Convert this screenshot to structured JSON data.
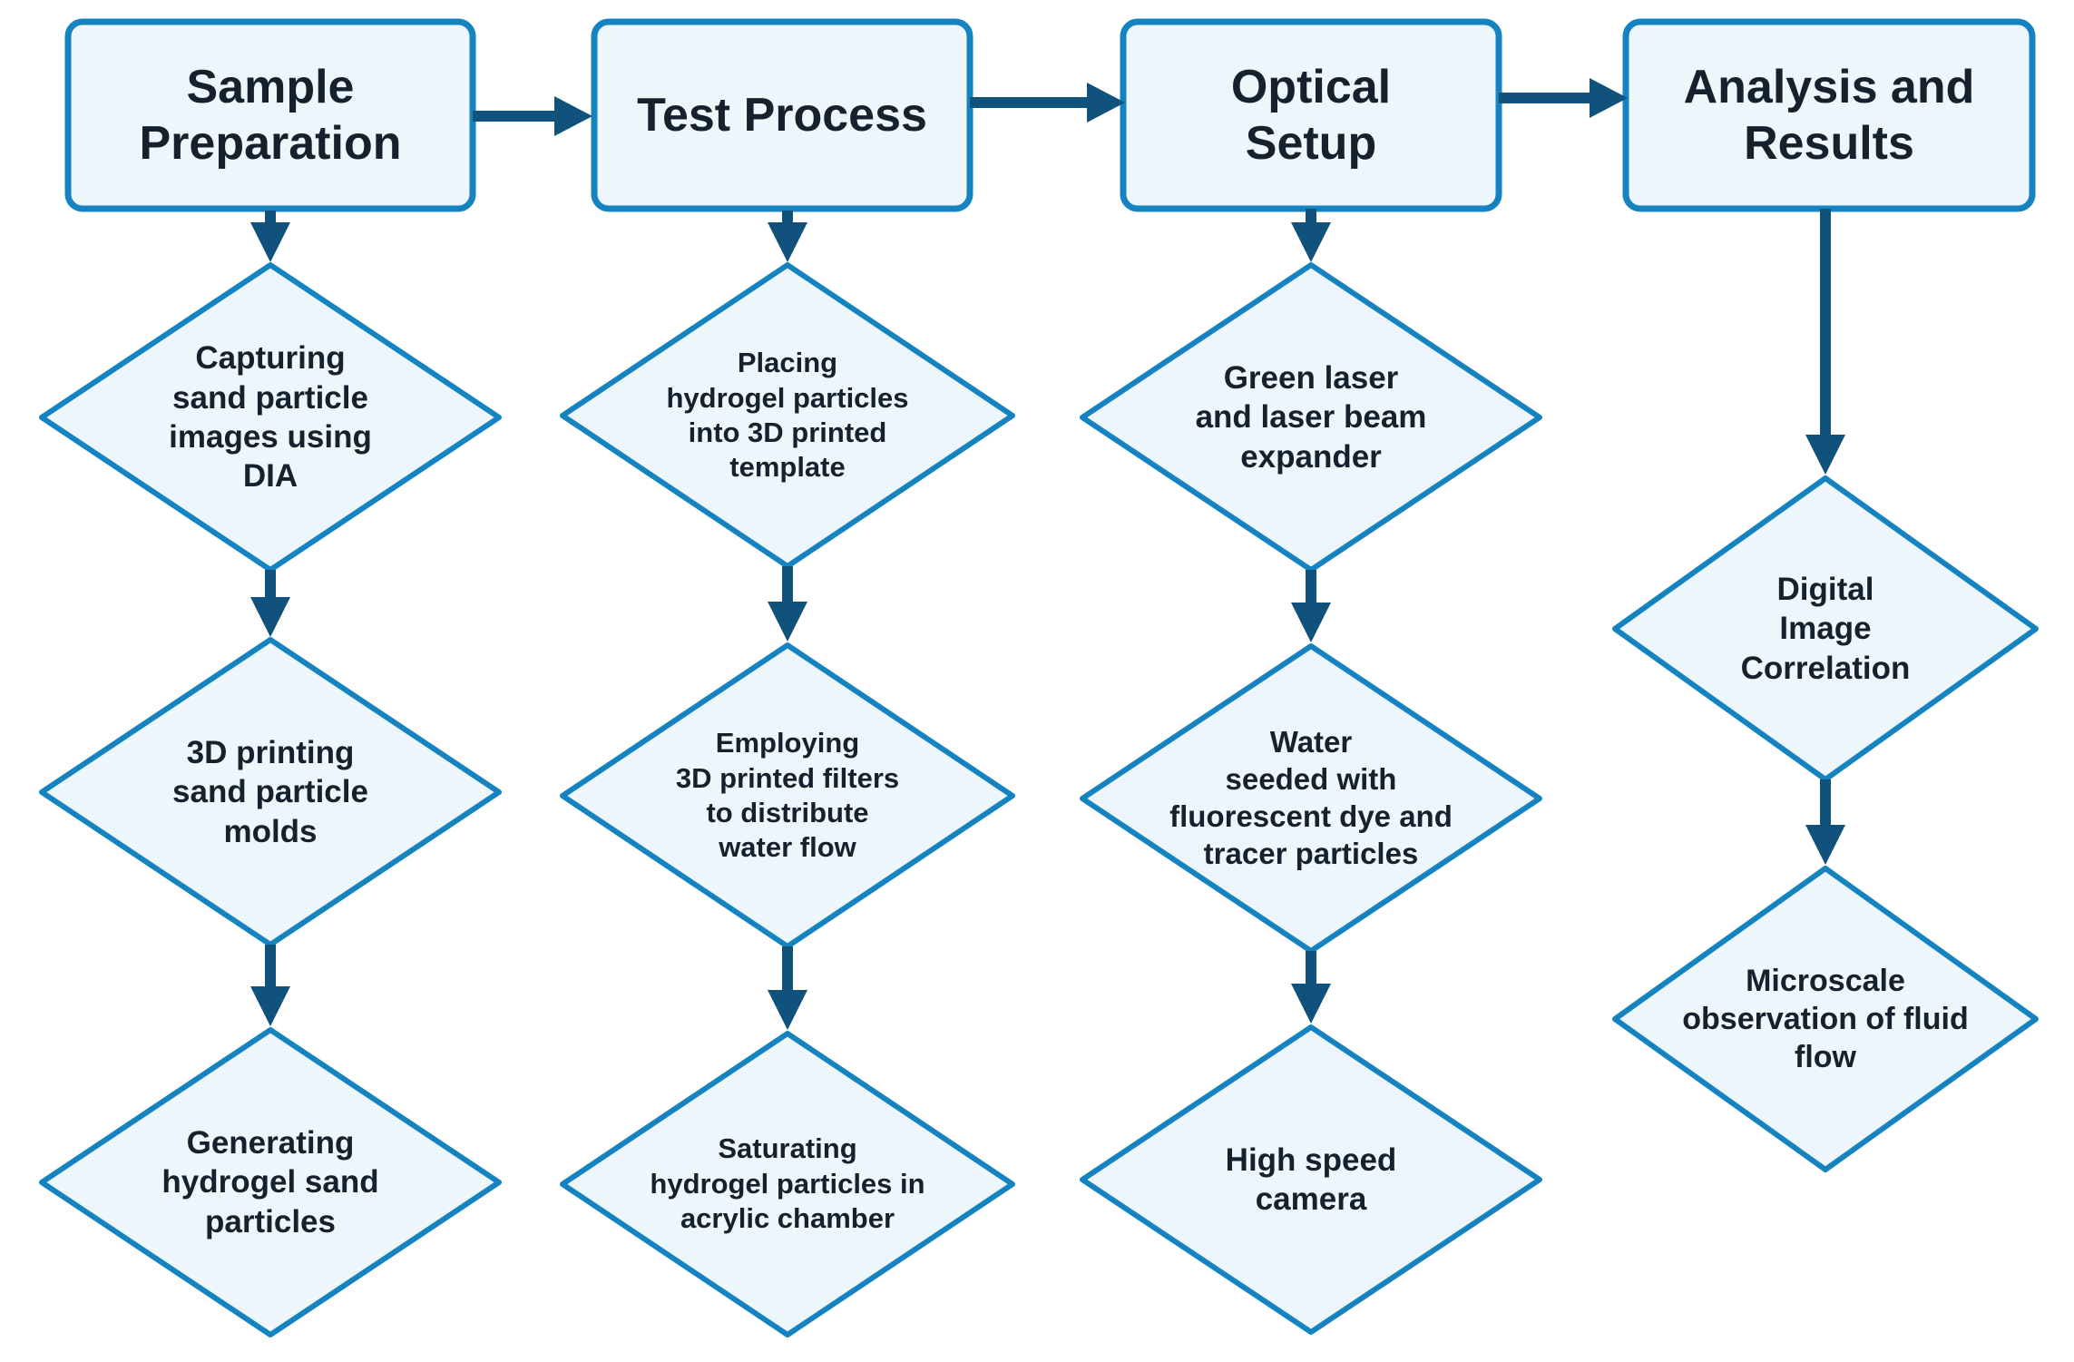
{
  "colors": {
    "node_fill": "#edf6fb",
    "node_border": "#1483c0",
    "arrow": "#11527d",
    "text": "#15222d",
    "background": "#ffffff"
  },
  "columns": [
    {
      "header": "Sample\nPreparation",
      "steps": [
        "Capturing\nsand particle\nimages using\nDIA",
        "3D printing\nsand particle\nmolds",
        "Generating\nhydrogel sand\nparticles"
      ]
    },
    {
      "header": "Test Process",
      "steps": [
        "Placing\nhydrogel particles\ninto 3D printed\ntemplate",
        "Employing\n3D printed filters\nto distribute\nwater flow",
        "Saturating\nhydrogel particles in\nacrylic chamber"
      ]
    },
    {
      "header": "Optical\nSetup",
      "steps": [
        "Green laser\nand laser beam\nexpander",
        "Water\nseeded with\nfluorescent dye and\ntracer particles",
        "High speed\ncamera"
      ]
    },
    {
      "header": "Analysis and\nResults",
      "steps": [
        "Digital\nImage\nCorrelation",
        "Microscale\nobservation of fluid\nflow"
      ]
    }
  ]
}
